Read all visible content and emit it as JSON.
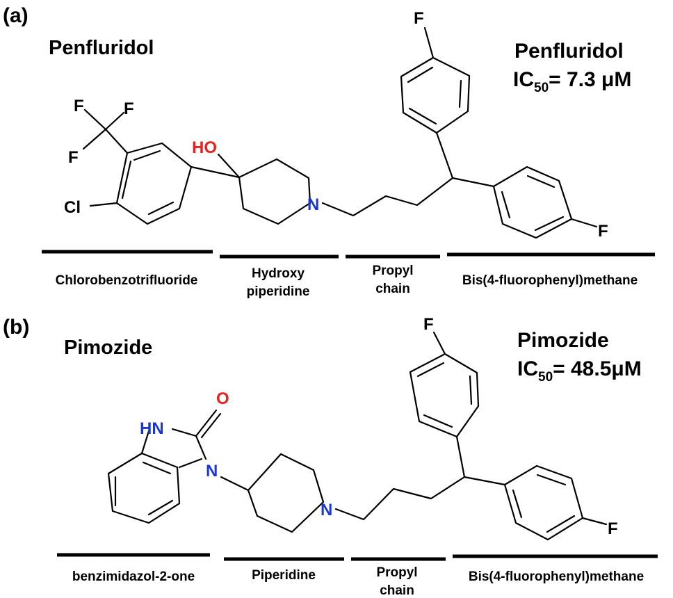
{
  "panel_a": {
    "letter": "(a)",
    "name": "Penfluridol",
    "title_name": "Penfluridol",
    "ic50_prefix": "IC",
    "ic50_sub": "50",
    "ic50_value": "= 7.3 μM",
    "atoms": {
      "f1": "F",
      "f2": "F",
      "f3": "F",
      "f_top": "F",
      "f_right": "F",
      "cl": "Cl",
      "ho": "HO",
      "n": "N"
    },
    "colors": {
      "oxygen": "#e8211f",
      "nitrogen": "#1a35d6"
    },
    "fragments": [
      {
        "line1": "Chlorobenzotrifluoride",
        "line2": ""
      },
      {
        "line1": "Hydroxy",
        "line2": "piperidine"
      },
      {
        "line1": "Propyl",
        "line2": "chain"
      },
      {
        "line1": "Bis(4-fluorophenyl)methane",
        "line2": ""
      }
    ]
  },
  "panel_b": {
    "letter": "(b)",
    "name": "Pimozide",
    "title_name": "Pimozide",
    "ic50_prefix": "IC",
    "ic50_sub": "50",
    "ic50_value": "= 48.5μM",
    "atoms": {
      "o": "O",
      "hn": "HN",
      "n_ring": "N",
      "n_pip": "N",
      "f_top": "F",
      "f_right": "F"
    },
    "fragments": [
      {
        "line1": "benzimidazol-2-one",
        "line2": ""
      },
      {
        "line1": "Piperidine",
        "line2": ""
      },
      {
        "line1": "Propyl",
        "line2": "chain"
      },
      {
        "line1": "Bis(4-fluorophenyl)methane",
        "line2": ""
      }
    ]
  }
}
